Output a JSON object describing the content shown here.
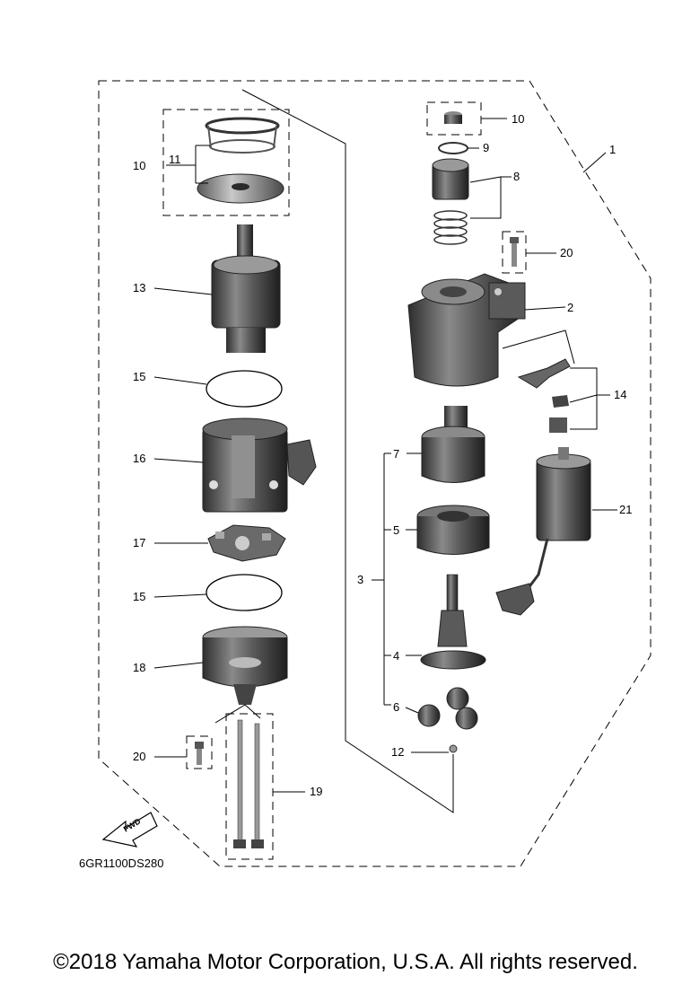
{
  "diagram": {
    "drawing_code": "6GR1100DS280",
    "fwd_label": "FWD",
    "callouts": {
      "c1": "1",
      "c2": "2",
      "c3": "3",
      "c4": "4",
      "c5": "5",
      "c6": "6",
      "c7": "7",
      "c8": "8",
      "c9": "9",
      "c10_left": "10",
      "c10_right": "10",
      "c11": "11",
      "c12": "12",
      "c13": "13",
      "c14": "14",
      "c15_top": "15",
      "c15_bottom": "15",
      "c16": "16",
      "c17": "17",
      "c18": "18",
      "c19": "19",
      "c20_left": "20",
      "c20_right": "20",
      "c21": "21"
    },
    "colors": {
      "part_dark": "#3a3a3a",
      "part_mid": "#7a7a7a",
      "part_light": "#b5b5b5",
      "line": "#000000"
    }
  },
  "footer": {
    "copyright": "©2018 Yamaha Motor Corporation, U.S.A. All rights reserved."
  }
}
